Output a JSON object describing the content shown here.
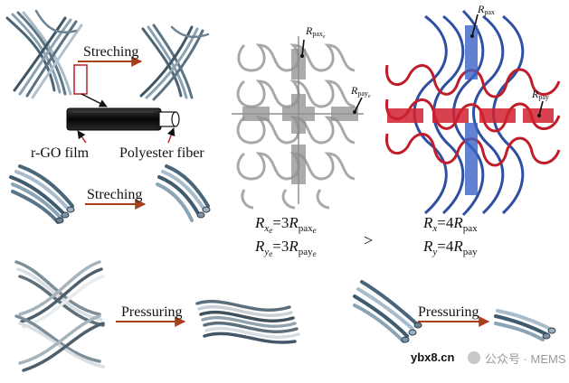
{
  "labels": {
    "stretch_top": "Streching",
    "stretch_mid": "Streching",
    "pressure_left": "Pressuring",
    "pressure_right": "Pressuring",
    "rgo_film": "r-GO film",
    "polyester": "Polyester fiber",
    "gt": ">"
  },
  "knit_left": {
    "tag_x_R": "R",
    "tag_x_sub": "pax",
    "tag_x_e": "e",
    "tag_y_R": "R",
    "tag_y_sub": "pay",
    "tag_y_e": "e"
  },
  "knit_right": {
    "tag_x_R": "R",
    "tag_x_sub": "pax",
    "tag_y_R": "R",
    "tag_y_sub": "pay"
  },
  "eq_left": {
    "l1_R": "R",
    "l1_sub": "x",
    "l1_sub2": "e",
    "l1_mid": "=3",
    "l1_R2": "R",
    "l1_sub3": "pax",
    "l1_sub4": "e",
    "l2_R": "R",
    "l2_sub": "y",
    "l2_sub2": "e",
    "l2_mid": "=3",
    "l2_R2": "R",
    "l2_sub3": "pay",
    "l2_sub4": "e"
  },
  "eq_right": {
    "l1_R": "R",
    "l1_sub": "x",
    "l1_mid": "=4",
    "l1_R2": "R",
    "l1_sub3": "pax",
    "l2_R": "R",
    "l2_sub": "y",
    "l2_mid": "=4",
    "l2_R2": "R",
    "l2_sub3": "pay"
  },
  "watermark": {
    "site": "ybx8.cn",
    "account": "公众号 · MEMS"
  },
  "colors": {
    "arrow": "#a8401c",
    "knit_gray": "#a9a9a9",
    "knit_red": "#c01d2b",
    "knit_blue": "#2f4fa3",
    "film": "#111111"
  }
}
